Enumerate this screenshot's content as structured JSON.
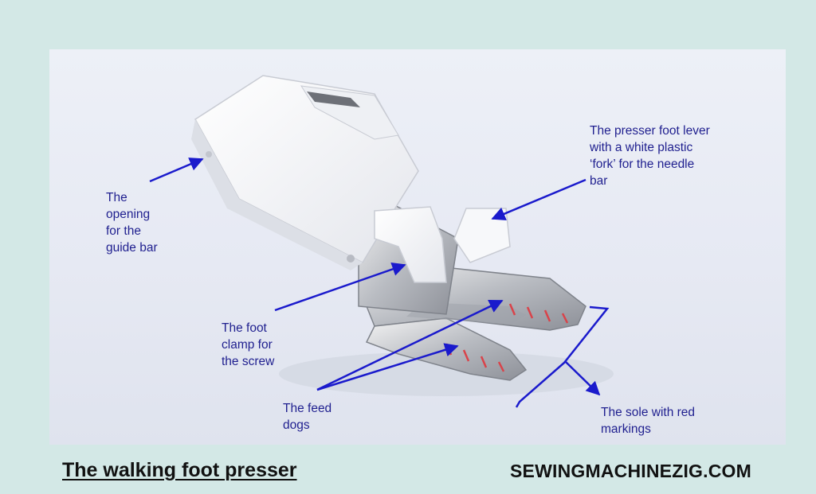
{
  "labels": {
    "opening": "The\nopening\nfor the\nguide bar",
    "lever": "The presser foot lever\nwith a white plastic\n‘fork’ for the needle\nbar",
    "clamp": "The foot\nclamp for\nthe screw",
    "feed_dogs": "The feed\ndogs",
    "sole": "The sole with red\nmarkings"
  },
  "footer": {
    "title": "The walking foot presser",
    "site": "SEWINGMACHINEZIG.COM"
  },
  "colors": {
    "page_background": "#d3e8e6",
    "annotation": "#1f1f8f",
    "arrow": "#1a1acc",
    "sole_markings": "#d9434a"
  }
}
